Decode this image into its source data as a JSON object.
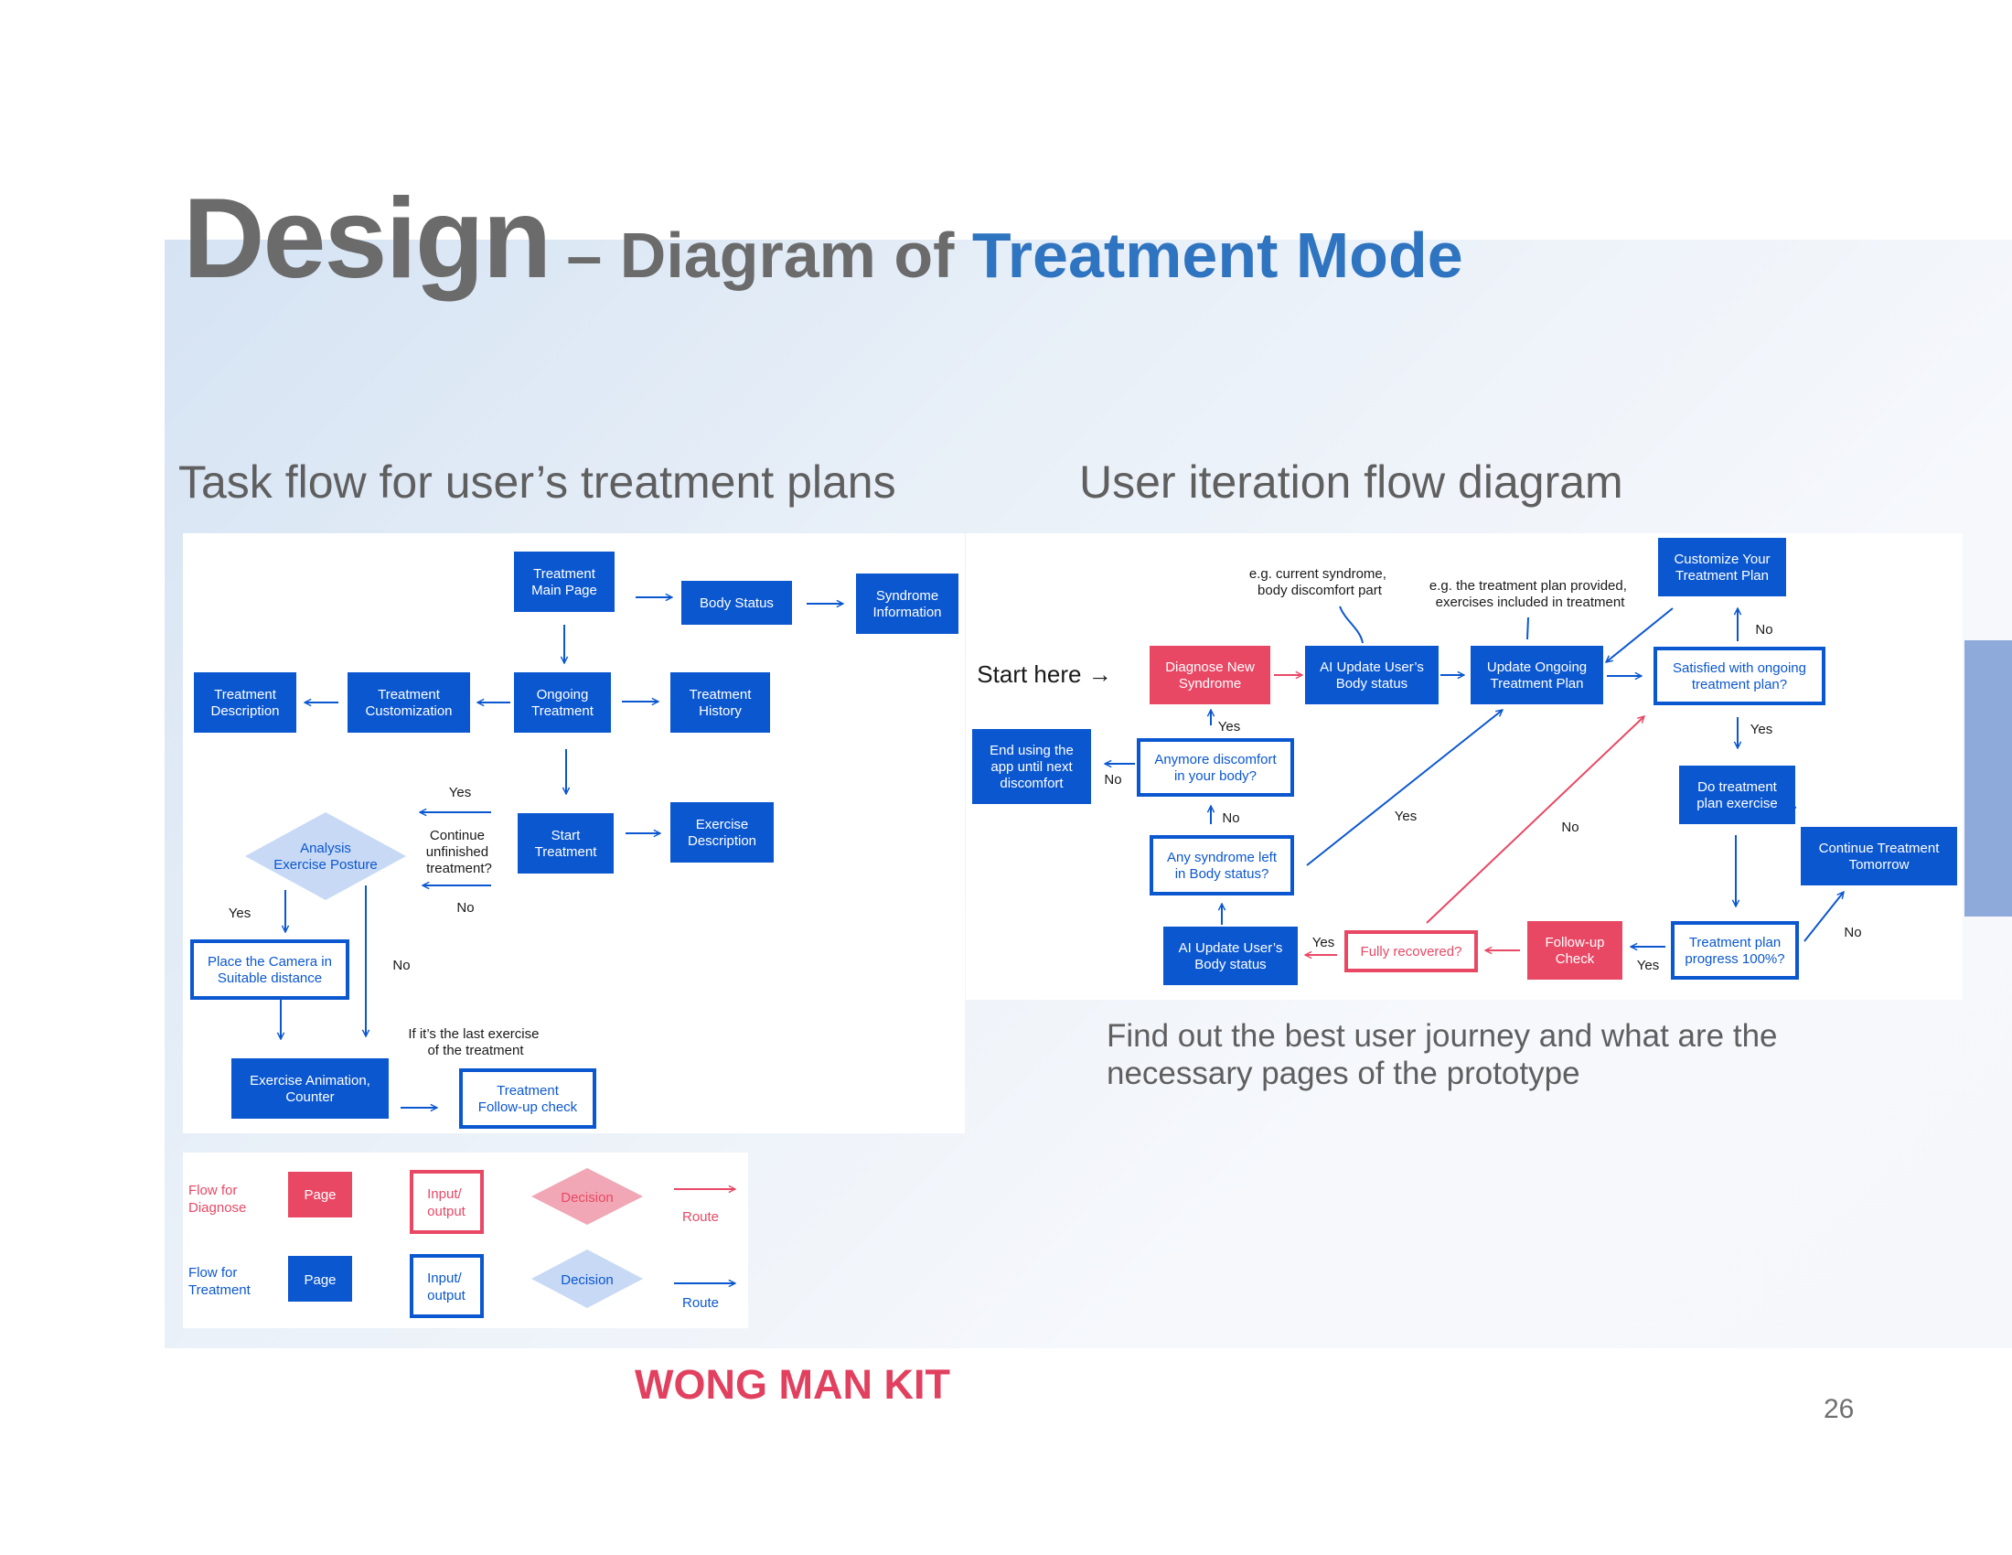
{
  "title": {
    "main": "Design",
    "middle": "– Diagram of ",
    "highlight": "Treatment Mode"
  },
  "left_heading": "Task flow for user’s treatment plans",
  "right_heading": "User iteration flow diagram",
  "footnote": "Find out the best user journey and what are the necessary pages of the prototype",
  "author": "WONG MAN KIT",
  "page_number": "26",
  "colors": {
    "treatment_blue": "#0b57d0",
    "diagnose_pink": "#e94865",
    "decision_light_blue": "#c7d9f5",
    "decision_light_pink": "#f1a7b5",
    "accent_title": "#2e74c0"
  },
  "task_flow": {
    "nodes": {
      "main_page": [
        "Treatment",
        "Main Page"
      ],
      "body_status": [
        "Body Status"
      ],
      "syndrome_info": [
        "Syndrome",
        "Information"
      ],
      "treatment_desc": [
        "Treatment",
        "Description"
      ],
      "treatment_custom": [
        "Treatment",
        "Customization"
      ],
      "ongoing": [
        "Ongoing",
        "Treatment"
      ],
      "history": [
        "Treatment",
        "History"
      ],
      "start": [
        "Start",
        "Treatment"
      ],
      "exercise_desc": [
        "Exercise",
        "Description"
      ],
      "analysis": [
        "Analysis",
        "Exercise Posture"
      ],
      "place_camera": [
        "Place the Camera in",
        "Suitable distance"
      ],
      "animation": [
        "Exercise Animation,",
        "Counter"
      ],
      "followup": [
        "Treatment",
        "Follow-up check"
      ]
    },
    "labels": {
      "continue": [
        "Continue",
        "unfinished",
        "treatment?"
      ],
      "yes": "Yes",
      "no": "No",
      "last_exercise": [
        "If it’s the last exercise",
        "of the treatment"
      ]
    }
  },
  "legend": {
    "diagnose_label": [
      "Flow for",
      "Diagnose"
    ],
    "treatment_label": [
      "Flow for",
      "Treatment"
    ],
    "page": "Page",
    "io": [
      "Input/",
      "output"
    ],
    "decision": "Decision",
    "route": "Route"
  },
  "iteration_flow": {
    "start_here": "Start here →",
    "notes": {
      "syndrome": [
        "e.g. current syndrome,",
        "body discomfort part"
      ],
      "plan": [
        "e.g. the treatment plan provided,",
        "exercises included in treatment"
      ]
    },
    "nodes": {
      "diagnose": [
        "Diagnose New",
        "Syndrome"
      ],
      "ai_update_top": [
        "AI Update User’s",
        "Body status"
      ],
      "update_plan": [
        "Update Ongoing",
        "Treatment Plan"
      ],
      "customize": [
        "Customize Your",
        "Treatment Plan"
      ],
      "satisfied": [
        "Satisfied with ongoing",
        "treatment plan?"
      ],
      "end_using": [
        "End using the",
        "app until next",
        "discomfort"
      ],
      "anymore": [
        "Anymore discomfort",
        "in your body?"
      ],
      "any_syndrome": [
        "Any syndrome left",
        "in Body status?"
      ],
      "do_treatment": [
        "Do treatment",
        "plan exercise"
      ],
      "continue_tomorrow": [
        "Continue Treatment",
        "Tomorrow"
      ],
      "ai_update_bottom": [
        "AI Update User’s",
        "Body status"
      ],
      "fully_recovered": [
        "Fully recovered?"
      ],
      "followup": [
        "Follow-up",
        "Check"
      ],
      "progress": [
        "Treatment plan",
        "progress 100%?"
      ]
    },
    "yes": "Yes",
    "no": "No"
  }
}
